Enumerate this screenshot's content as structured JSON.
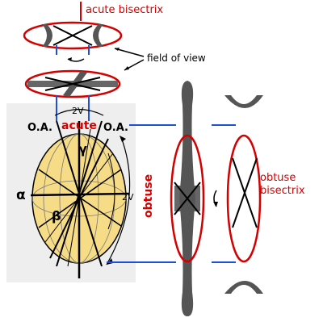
{
  "labels": {
    "acute_bisectrix": "acute bisectrix",
    "field_of_view": "field of view",
    "two_v_top": "2V",
    "oa_left": "O.A.",
    "acute": "acute",
    "oa_right": "O.A.",
    "gamma": "γ",
    "alpha": "α",
    "beta": "β",
    "two_v_side": "2V",
    "obtuse": "obtuse",
    "obtuse_bisectrix_line1": "obtuse",
    "obtuse_bisectrix_line2": "bisectrix"
  },
  "colors": {
    "red": "#d40000",
    "blue": "#1f4fd8",
    "gray": "#555555",
    "indicatrix_fill": "#f6dc86",
    "ellipse_fill": "#ffffff",
    "panel_bg": "#eeeeee"
  }
}
